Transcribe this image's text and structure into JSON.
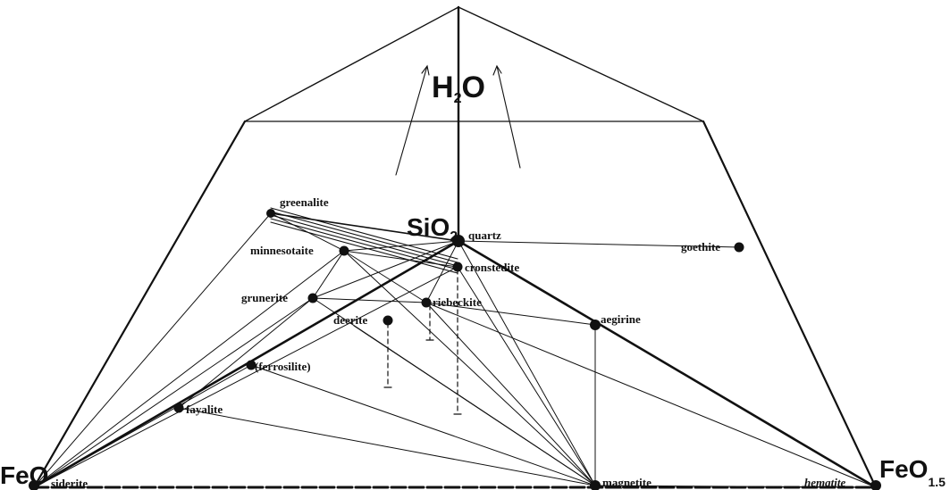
{
  "vertices": {
    "water": {
      "main": "H",
      "sub": "2",
      "tail": "O"
    },
    "silica": {
      "main": "SiO",
      "sub": "2"
    },
    "ferrous": {
      "main": "FeO"
    },
    "ferric": {
      "main": "FeO",
      "sub": "1.5"
    }
  },
  "minerals": {
    "greenalite": "greenalite",
    "quartz": "quartz",
    "minnesotaite": "minnesotaite",
    "cronstedite": "cronstedite",
    "goethite": "goethite",
    "grunerite": "grunerite",
    "riebeckite": "riebeckite",
    "deerite": "deerite",
    "aegirine": "aegirine",
    "ferrosilite": "(ferrosilite)",
    "fayalite": "fayalite",
    "siderite": "siderite",
    "magnetite": "magnetite",
    "hematite": "hematite"
  },
  "colors": {
    "ink": "#111111",
    "paper": "#ffffff"
  }
}
